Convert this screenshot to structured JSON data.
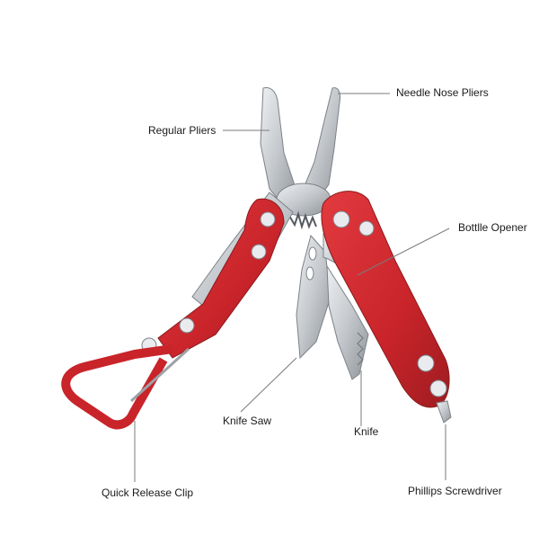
{
  "diagram": {
    "colors": {
      "handle_red": "#d42a2f",
      "handle_dark": "#9e1c20",
      "steel": "#c9ccd0",
      "steel_dark": "#8d9196",
      "leader_line": "#7a7a7a"
    },
    "labels": {
      "needle_nose_pliers": "Needle Nose Pliers",
      "regular_pliers": "Regular Pliers",
      "bottle_opener": "Bottlle Opener",
      "knife_saw": "Knife Saw",
      "knife": "Knife",
      "quick_release_clip": "Quick Release Clip",
      "phillips_screwdriver": "Phillips Screwdriver"
    }
  }
}
